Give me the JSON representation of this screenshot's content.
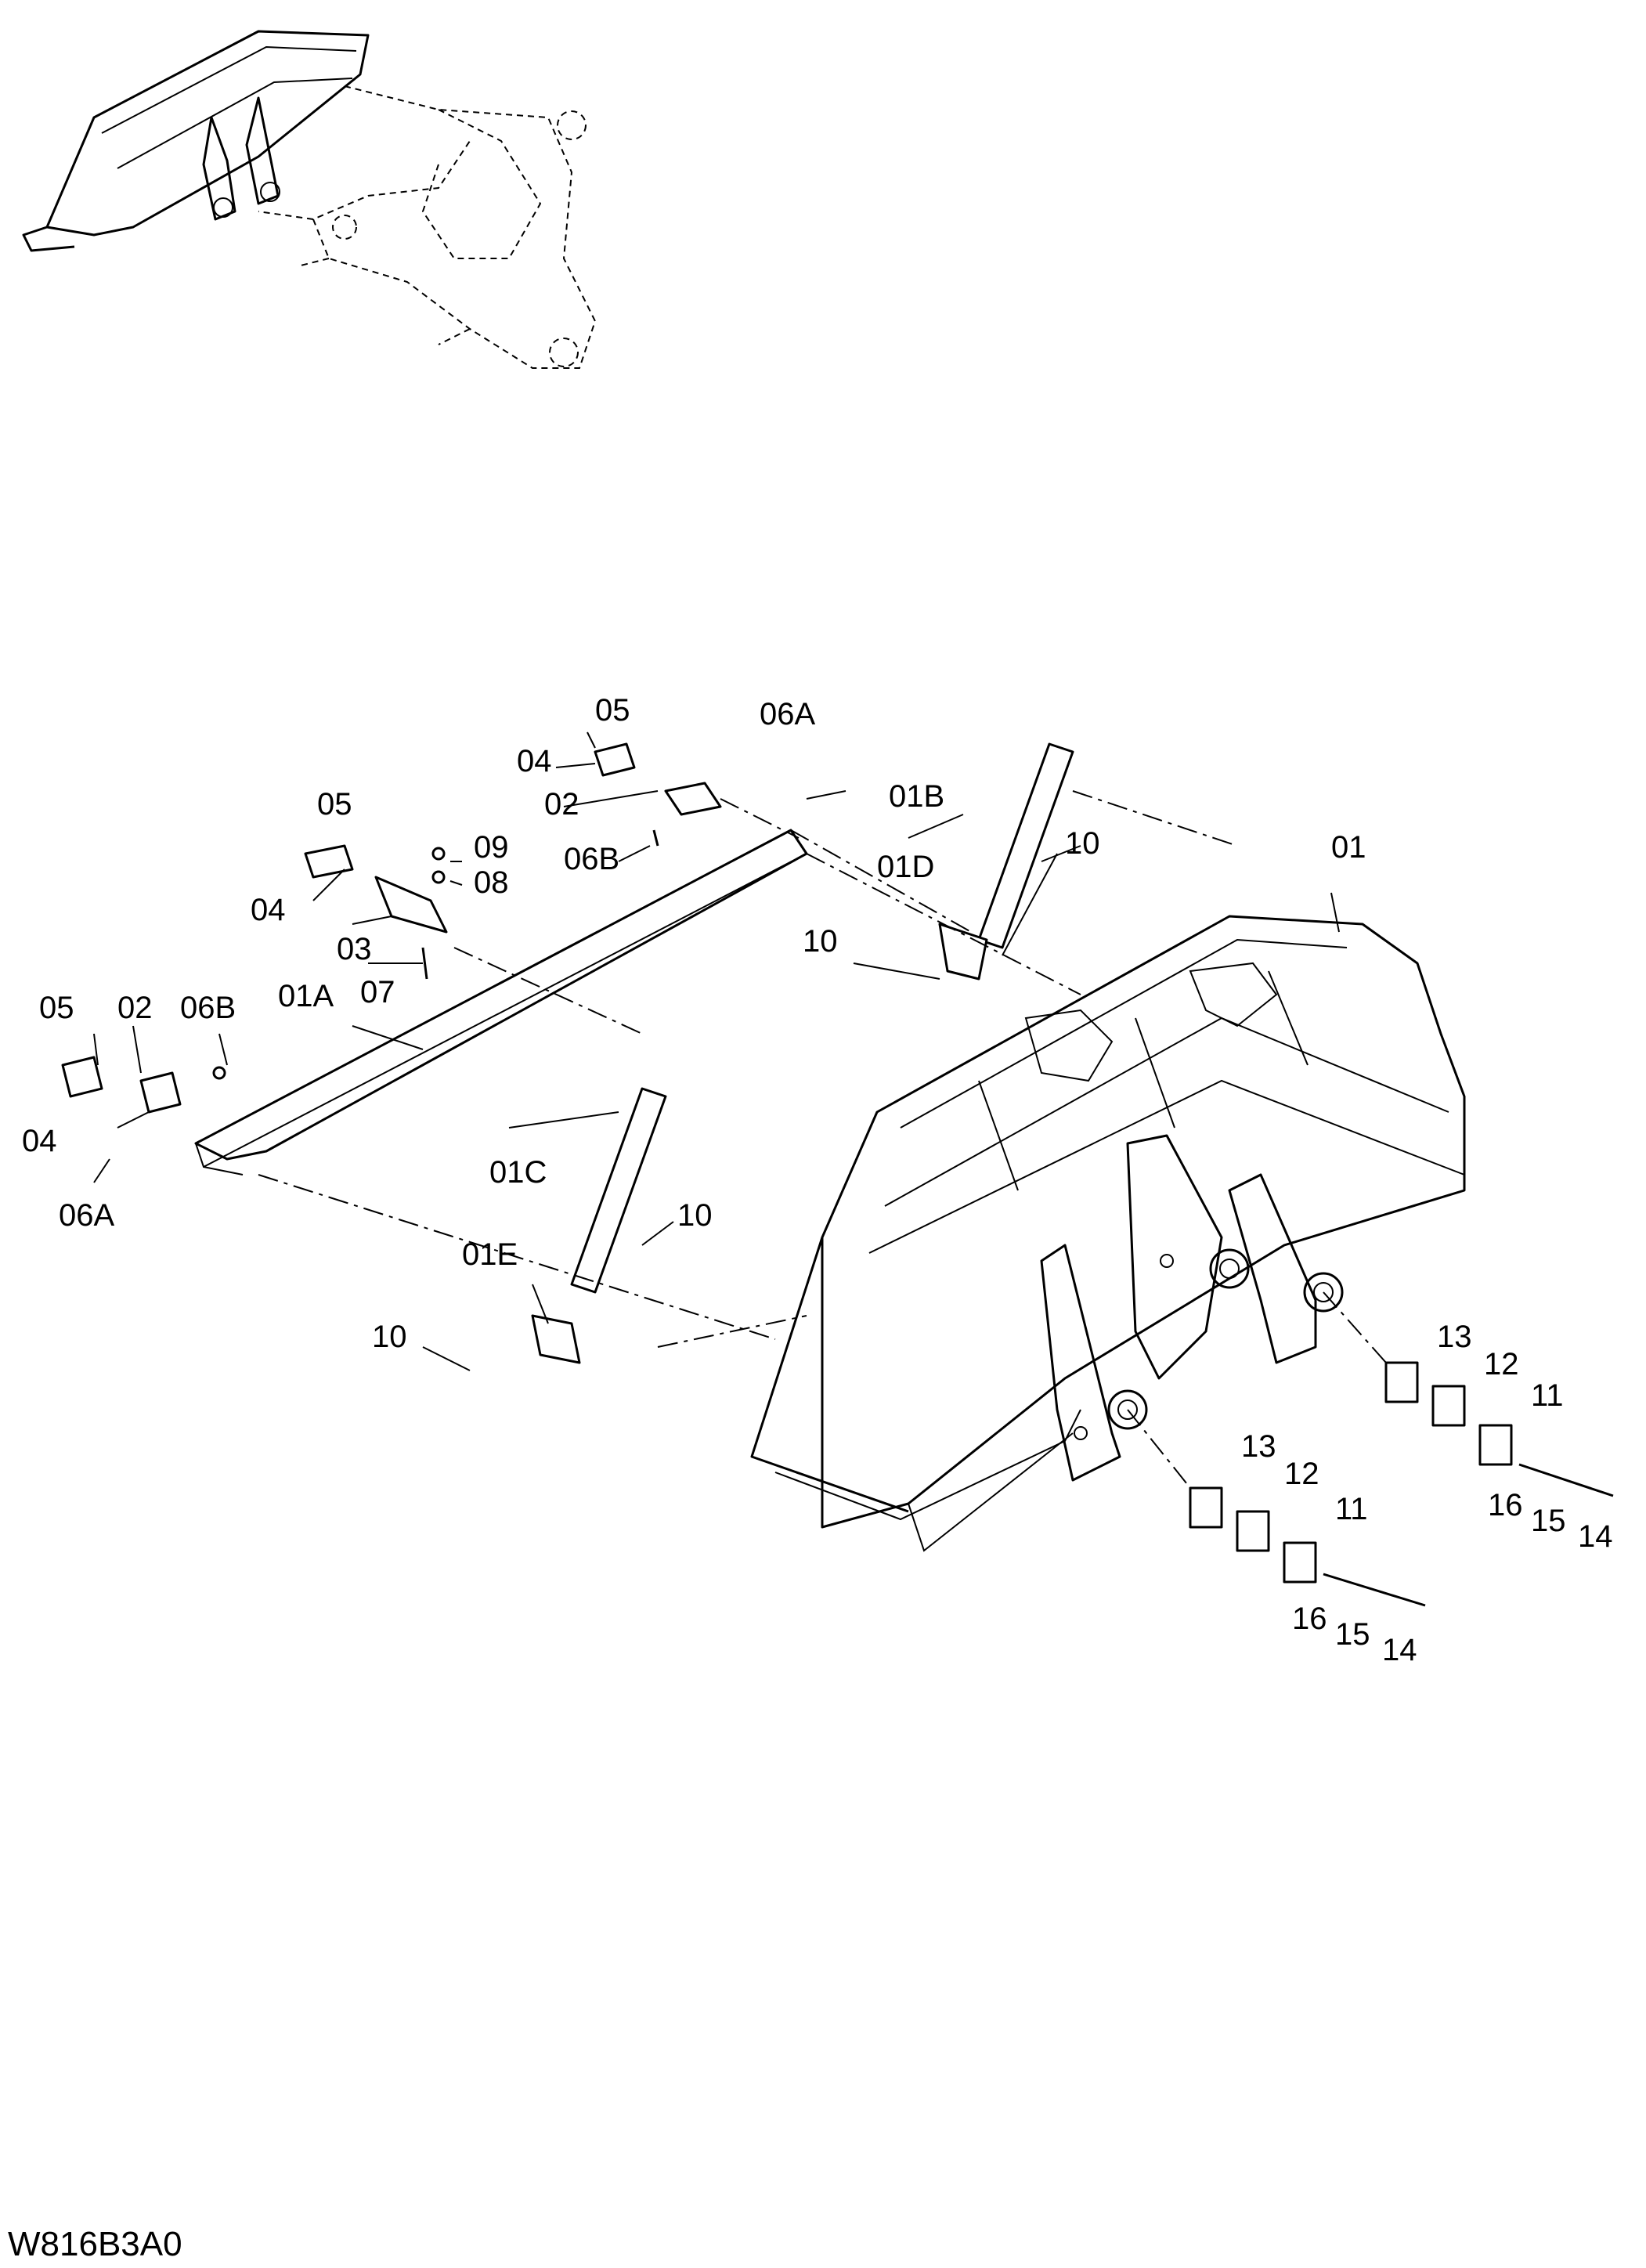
{
  "diagram_code": "W816B3A0",
  "part_labels": [
    "01",
    "01A",
    "01B",
    "01C",
    "01D",
    "01E",
    "02",
    "02",
    "03",
    "04",
    "04",
    "04",
    "05",
    "05",
    "05",
    "06A",
    "06A",
    "06B",
    "06B",
    "07",
    "08",
    "09",
    "10",
    "10",
    "10",
    "10",
    "11",
    "11",
    "12",
    "12",
    "13",
    "13",
    "14",
    "14",
    "15",
    "15",
    "16",
    "16"
  ]
}
